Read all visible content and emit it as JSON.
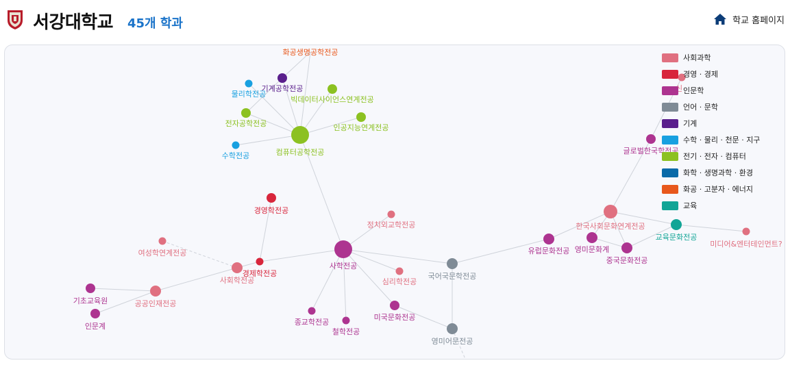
{
  "header": {
    "title": "서강대학교",
    "count_label": "45개 학과",
    "home_label": "학교 홈페이지"
  },
  "colors": {
    "social": "#e07080",
    "business": "#d8263c",
    "humanities": "#ad3490",
    "language": "#7f8b96",
    "machine": "#5a1f8c",
    "science": "#18a0e0",
    "electronics": "#8cc121",
    "chemistry": "#0a6aa8",
    "chemeng": "#e8581c",
    "education": "#12a596"
  },
  "legend": [
    {
      "label": "사회과학",
      "color": "#e07080"
    },
    {
      "label": "경영 · 경제",
      "color": "#d8263c"
    },
    {
      "label": "인문학",
      "color": "#ad3490"
    },
    {
      "label": "언어 · 문학",
      "color": "#7f8b96"
    },
    {
      "label": "기계",
      "color": "#5a1f8c"
    },
    {
      "label": "수학 · 물리 · 천문 · 지구",
      "color": "#18a0e0"
    },
    {
      "label": "전기 · 전자 · 컴퓨터",
      "color": "#8cc121"
    },
    {
      "label": "화학 · 생명과학 · 환경",
      "color": "#0a6aa8"
    },
    {
      "label": "화공 · 고분자 · 에너지",
      "color": "#e8581c"
    },
    {
      "label": "교육",
      "color": "#12a596"
    }
  ],
  "nodes": [
    {
      "id": "hwagong",
      "label": "화공생명공학전공",
      "cat": "chemeng",
      "size": "none"
    },
    {
      "id": "gigye",
      "label": "기계공학전공",
      "cat": "machine",
      "size": "m"
    },
    {
      "id": "mulli",
      "label": "물리학전공",
      "cat": "science",
      "size": "s"
    },
    {
      "id": "bigdata",
      "label": "빅데이터사이언스연계전공",
      "cat": "electronics",
      "size": "m"
    },
    {
      "id": "jeonja",
      "label": "전자공학전공",
      "cat": "electronics",
      "size": "m"
    },
    {
      "id": "ai",
      "label": "인공지능연계전공",
      "cat": "electronics",
      "size": "m"
    },
    {
      "id": "suhak",
      "label": "수학전공",
      "cat": "science",
      "size": "s"
    },
    {
      "id": "computer",
      "label": "컴퓨터공학전공",
      "cat": "electronics",
      "size": "xl"
    },
    {
      "id": "gyeongyeong",
      "label": "경영학전공",
      "cat": "business",
      "size": "m"
    },
    {
      "id": "jeongchi",
      "label": "정치외교학전공",
      "cat": "social",
      "size": "s"
    },
    {
      "id": "yeoseong",
      "label": "여성학연계전공",
      "cat": "social",
      "size": "s"
    },
    {
      "id": "sahak",
      "label": "사학전공",
      "cat": "humanities",
      "size": "xl"
    },
    {
      "id": "gyeongje",
      "label": "경제학전공",
      "cat": "business",
      "size": "s"
    },
    {
      "id": "sahoe",
      "label": "사회학전공",
      "cat": "social",
      "size": "l"
    },
    {
      "id": "simni",
      "label": "심리학전공",
      "cat": "social",
      "size": "s"
    },
    {
      "id": "gugeo",
      "label": "국어국문학전공",
      "cat": "language",
      "size": "l"
    },
    {
      "id": "gicho",
      "label": "기초교육원",
      "cat": "humanities",
      "size": "m"
    },
    {
      "id": "gonggong",
      "label": "공공인재전공",
      "cat": "social",
      "size": "l"
    },
    {
      "id": "inmun",
      "label": "인문계",
      "cat": "humanities",
      "size": "m"
    },
    {
      "id": "jonggyo",
      "label": "종교학전공",
      "cat": "humanities",
      "size": "s"
    },
    {
      "id": "cheolhak",
      "label": "철학전공",
      "cat": "humanities",
      "size": "s"
    },
    {
      "id": "migug",
      "label": "미국문화전공",
      "cat": "humanities",
      "size": "m"
    },
    {
      "id": "yeongmieo",
      "label": "영미어문전공",
      "cat": "language",
      "size": "l"
    },
    {
      "id": "sin",
      "label": "신",
      "cat": "social",
      "size": "s"
    },
    {
      "id": "global",
      "label": "글로벌한국학전공",
      "cat": "humanities",
      "size": "m"
    },
    {
      "id": "hanguksahoe",
      "label": "한국사회문화연계전공",
      "cat": "social",
      "size": "xl2"
    },
    {
      "id": "gyoyuk",
      "label": "교육문화전공",
      "cat": "education",
      "size": "l"
    },
    {
      "id": "media",
      "label": "미디어&엔터테인먼트?",
      "cat": "social",
      "size": "s"
    },
    {
      "id": "yureop",
      "label": "유럽문화전공",
      "cat": "humanities",
      "size": "l"
    },
    {
      "id": "yeongmimunhwa",
      "label": "영미문화계",
      "cat": "humanities",
      "size": "l"
    },
    {
      "id": "jungguk",
      "label": "중국문화전공",
      "cat": "humanities",
      "size": "l"
    }
  ],
  "links": [
    [
      "computer",
      "hwagong"
    ],
    [
      "computer",
      "gigye"
    ],
    [
      "computer",
      "mulli"
    ],
    [
      "computer",
      "bigdata"
    ],
    [
      "computer",
      "jeonja"
    ],
    [
      "computer",
      "ai"
    ],
    [
      "computer",
      "suhak"
    ],
    [
      "gigye",
      "hwagong"
    ],
    [
      "gigye",
      "jeonja"
    ],
    [
      "computer",
      "sahak"
    ],
    [
      "gyeongyeong",
      "gyeongje"
    ],
    [
      "sahak",
      "jeongchi"
    ],
    [
      "sahak",
      "gyeongje"
    ],
    [
      "sahak",
      "simni"
    ],
    [
      "sahak",
      "jonggyo"
    ],
    [
      "sahak",
      "cheolhak"
    ],
    [
      "sahak",
      "migug"
    ],
    [
      "sahak",
      "gugeo"
    ],
    [
      "gyeongje",
      "sahoe"
    ],
    [
      "sahoe",
      "gonggong"
    ],
    [
      "gonggong",
      "gicho"
    ],
    [
      "gonggong",
      "inmun"
    ],
    [
      "gugeo",
      "yeongmieo"
    ],
    [
      "migug",
      "yeongmieo"
    ],
    [
      "gugeo",
      "yureop"
    ],
    [
      "yureop",
      "hanguksahoe"
    ],
    [
      "yeongmimunhwa",
      "hanguksahoe"
    ],
    [
      "jungguk",
      "hanguksahoe"
    ],
    [
      "yeongmimunhwa",
      "jungguk"
    ],
    [
      "hanguksahoe",
      "global"
    ],
    [
      "global",
      "sin"
    ],
    [
      "hanguksahoe",
      "gyoyuk"
    ],
    [
      "gyoyuk",
      "media"
    ],
    [
      "gyoyuk",
      "jungguk"
    ]
  ],
  "dashed_links": [
    [
      "yeoseong",
      "sahoe"
    ],
    [
      "yeongmieo",
      "offscreen"
    ]
  ]
}
